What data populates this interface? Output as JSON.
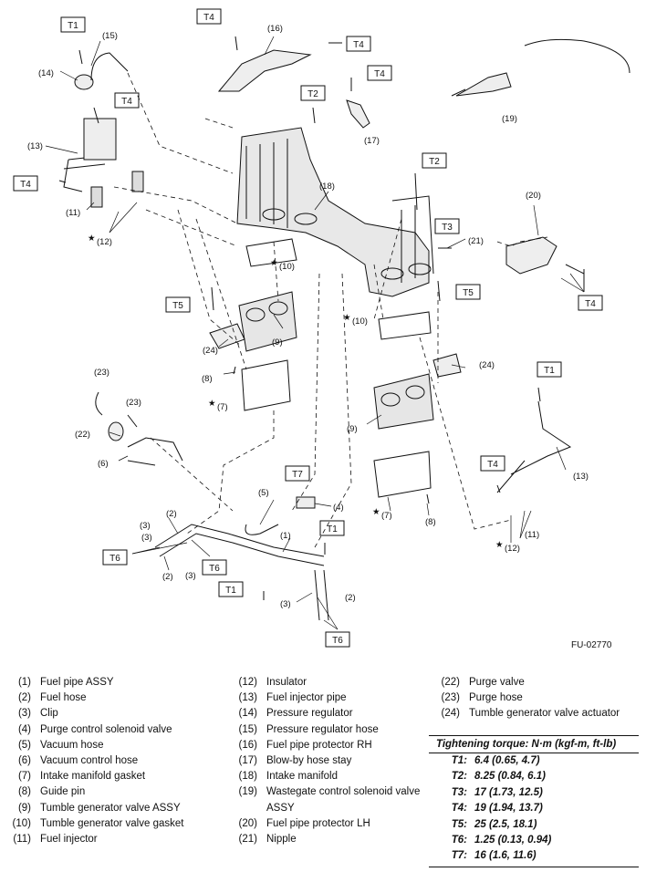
{
  "figure_id": "FU-02770",
  "callouts": {
    "t1": "T1",
    "t2": "T2",
    "t3": "T3",
    "t4": "T4",
    "t5": "T5",
    "t6": "T6",
    "t7": "T7",
    "n1": "(1)",
    "n2": "(2)",
    "n3": "(3)",
    "n4": "(4)",
    "n5": "(5)",
    "n6": "(6)",
    "n7": "(7)",
    "n8": "(8)",
    "n9": "(9)",
    "n10": "(10)",
    "n11": "(11)",
    "n12": "(12)",
    "n13": "(13)",
    "n14": "(14)",
    "n15": "(15)",
    "n16": "(16)",
    "n17": "(17)",
    "n18": "(18)",
    "n19": "(19)",
    "n20": "(20)",
    "n21": "(21)",
    "n22": "(22)",
    "n23": "(23)",
    "n24": "(24)",
    "star": "★"
  },
  "legend": [
    {
      "num": "(1)",
      "text": "Fuel pipe ASSY"
    },
    {
      "num": "(2)",
      "text": "Fuel hose"
    },
    {
      "num": "(3)",
      "text": "Clip"
    },
    {
      "num": "(4)",
      "text": "Purge control solenoid valve"
    },
    {
      "num": "(5)",
      "text": "Vacuum hose"
    },
    {
      "num": "(6)",
      "text": "Vacuum control hose"
    },
    {
      "num": "(7)",
      "text": "Intake manifold gasket"
    },
    {
      "num": "(8)",
      "text": "Guide pin"
    },
    {
      "num": "(9)",
      "text": "Tumble generator valve ASSY"
    },
    {
      "num": "(10)",
      "text": "Tumble generator valve gasket"
    },
    {
      "num": "(11)",
      "text": "Fuel injector"
    },
    {
      "num": "(12)",
      "text": "Insulator"
    },
    {
      "num": "(13)",
      "text": "Fuel injector pipe"
    },
    {
      "num": "(14)",
      "text": "Pressure regulator"
    },
    {
      "num": "(15)",
      "text": "Pressure regulator hose"
    },
    {
      "num": "(16)",
      "text": "Fuel pipe protector RH"
    },
    {
      "num": "(17)",
      "text": "Blow-by hose stay"
    },
    {
      "num": "(18)",
      "text": "Intake manifold"
    },
    {
      "num": "(19)",
      "text": "Wastegate control solenoid valve ASSY"
    },
    {
      "num": "(20)",
      "text": "Fuel pipe protector LH"
    },
    {
      "num": "(21)",
      "text": "Nipple"
    },
    {
      "num": "(22)",
      "text": "Purge valve"
    },
    {
      "num": "(23)",
      "text": "Purge hose"
    },
    {
      "num": "(24)",
      "text": "Tumble generator valve actuator"
    }
  ],
  "torque": {
    "title": "Tightening torque: N·m (kgf-m, ft-lb)",
    "rows": [
      {
        "key": "T1:",
        "value": "6.4 (0.65, 4.7)"
      },
      {
        "key": "T2:",
        "value": "8.25 (0.84, 6.1)"
      },
      {
        "key": "T3:",
        "value": "17 (1.73, 12.5)"
      },
      {
        "key": "T4:",
        "value": "19 (1.94, 13.7)"
      },
      {
        "key": "T5:",
        "value": "25 (2.5, 18.1)"
      },
      {
        "key": "T6:",
        "value": "1.25 (0.13, 0.94)"
      },
      {
        "key": "T7:",
        "value": "16 (1.6, 11.6)"
      }
    ]
  }
}
